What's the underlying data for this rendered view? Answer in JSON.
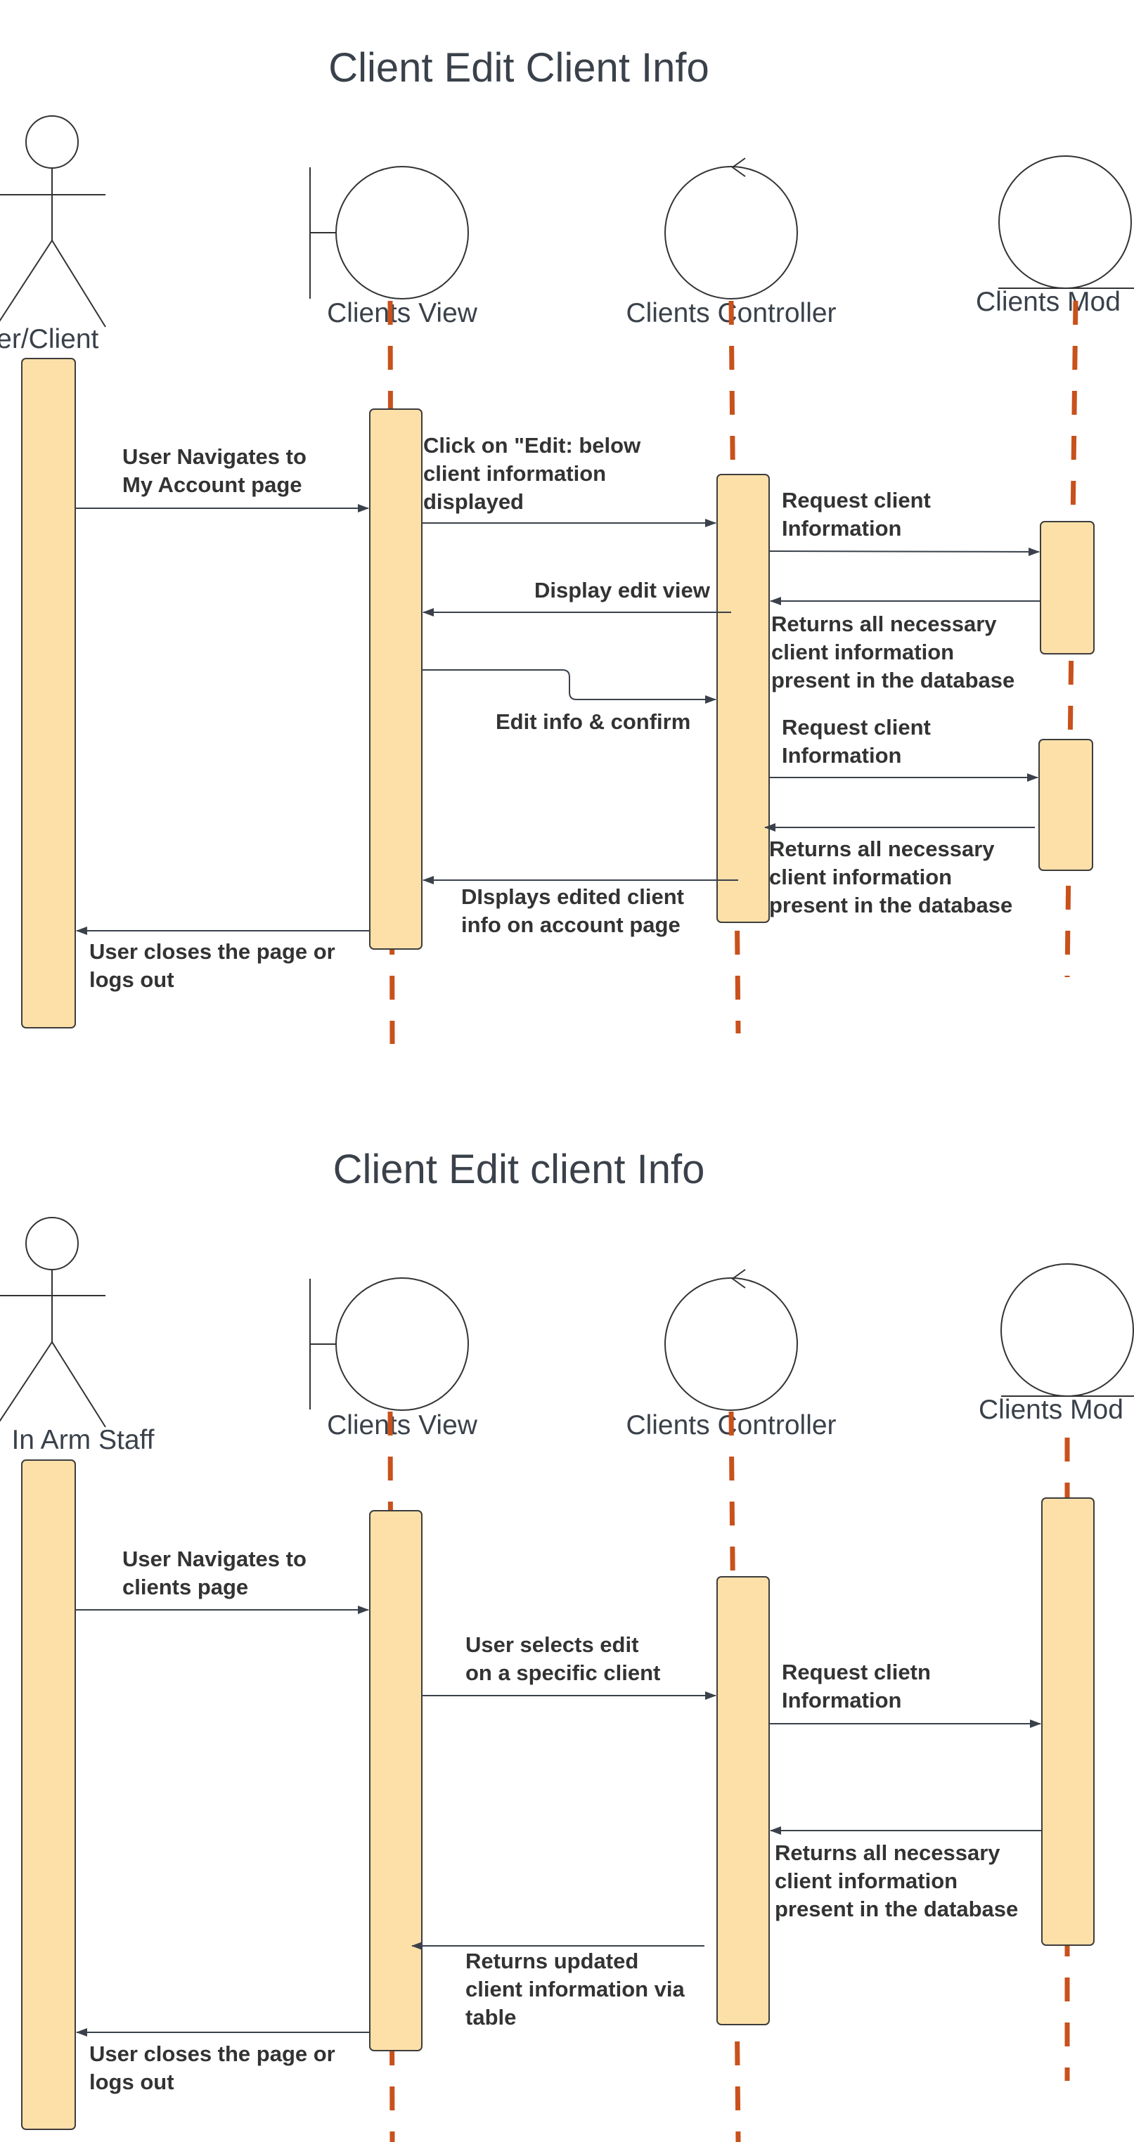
{
  "diagrams": [
    {
      "title": "Client Edit Client Info",
      "participants": {
        "actor": "ser/Client",
        "view": "Clients View",
        "controller": "Clients Controller",
        "model": "Clients Mod"
      },
      "messages": [
        {
          "lines": [
            "User Navigates to",
            "My Account page"
          ]
        },
        {
          "lines": [
            "Click on \"Edit: below",
            "client information",
            "displayed"
          ]
        },
        {
          "lines": [
            "Request client",
            "Information"
          ]
        },
        {
          "lines": [
            "Display edit view"
          ]
        },
        {
          "lines": [
            "Returns all necessary",
            "client information",
            "present in the database"
          ]
        },
        {
          "lines": [
            "Edit info & confirm"
          ]
        },
        {
          "lines": [
            "Request client",
            "Information"
          ]
        },
        {
          "lines": [
            "Returns all necessary",
            "client information",
            "present in the database"
          ]
        },
        {
          "lines": [
            "DIsplays edited client",
            "info on account page"
          ]
        },
        {
          "lines": [
            "User closes the page or",
            "logs out"
          ]
        }
      ]
    },
    {
      "title": "Client Edit client Info",
      "participants": {
        "actor": "In Arm Staff",
        "view": "Clients View",
        "controller": "Clients Controller",
        "model": "Clients Mod"
      },
      "messages": [
        {
          "lines": [
            "User Navigates to",
            "clients page"
          ]
        },
        {
          "lines": [
            "User selects edit",
            "on a specific client"
          ]
        },
        {
          "lines": [
            "Request clietn",
            "Information"
          ]
        },
        {
          "lines": [
            "Returns all necessary",
            "client information",
            "present in the database"
          ]
        },
        {
          "lines": [
            "Returns updated",
            "client information via",
            "table"
          ]
        },
        {
          "lines": [
            "User closes the page or",
            "logs out"
          ]
        }
      ]
    }
  ],
  "colors": {
    "lifeline": "#c8511c",
    "activation_fill": "#fde0a8",
    "text": "#3a414a"
  }
}
